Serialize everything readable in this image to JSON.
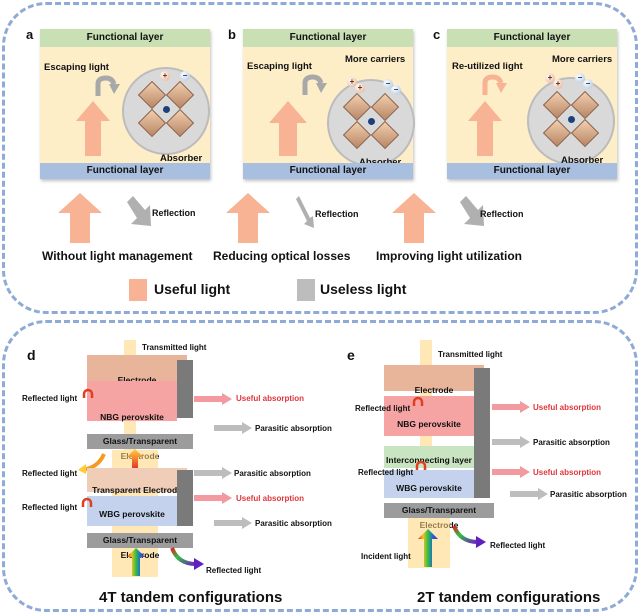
{
  "top_section": {
    "panels": [
      {
        "letter": "a",
        "functional_layer_top": "Functional layer",
        "functional_layer_bottom": "Functional layer",
        "light_label": "Escaping light",
        "carriers_label": "",
        "absorber_label": "Absorber",
        "reflection_label": "Reflection",
        "caption": "Without light management"
      },
      {
        "letter": "b",
        "functional_layer_top": "Functional layer",
        "functional_layer_bottom": "Functional layer",
        "light_label": "Escaping light",
        "carriers_label": "More carriers",
        "absorber_label": "Absorber",
        "reflection_label": "Reflection",
        "caption": "Reducing optical losses"
      },
      {
        "letter": "c",
        "functional_layer_top": "Functional layer",
        "functional_layer_bottom": "Functional layer",
        "light_label": "Re-utilized light",
        "carriers_label": "More carriers",
        "absorber_label": "Absorber",
        "reflection_label": "Reflection",
        "caption": "Improving light utilization"
      }
    ],
    "legend": [
      {
        "label": "Useful light",
        "color": "#f8b394"
      },
      {
        "label": "Useless light",
        "color": "#bdbdbd"
      }
    ]
  },
  "bottom_section": {
    "d": {
      "letter": "d",
      "title": "4T tandem configurations",
      "transmitted_light": "Transmitted light",
      "layers": [
        "Electrode",
        "NBG perovskite",
        "Glass/Transparent Electrode",
        "Transparent Electrode",
        "WBG perovskite",
        "Glass/Transparent Electrode"
      ],
      "reflected_light": "Reflected light",
      "useful_absorption": "Useful absorption",
      "parasitic_absorption": "Parasitic absorption"
    },
    "e": {
      "letter": "e",
      "title": "2T tandem configurations",
      "transmitted_light": "Transmitted light",
      "layers": [
        "Electrode",
        "NBG perovskite",
        "Interconnecting layer",
        "WBG perovskite",
        "Glass/Transparent Electrode"
      ],
      "reflected_light": "Reflected light",
      "useful_absorption": "Useful absorption",
      "parasitic_absorption": "Parasitic absorption",
      "incident_light": "Incident light"
    }
  },
  "colors": {
    "useful": "#f8b394",
    "useless": "#bdbdbd",
    "frame": "#8eaad6",
    "useful_text": "#e0353c"
  }
}
